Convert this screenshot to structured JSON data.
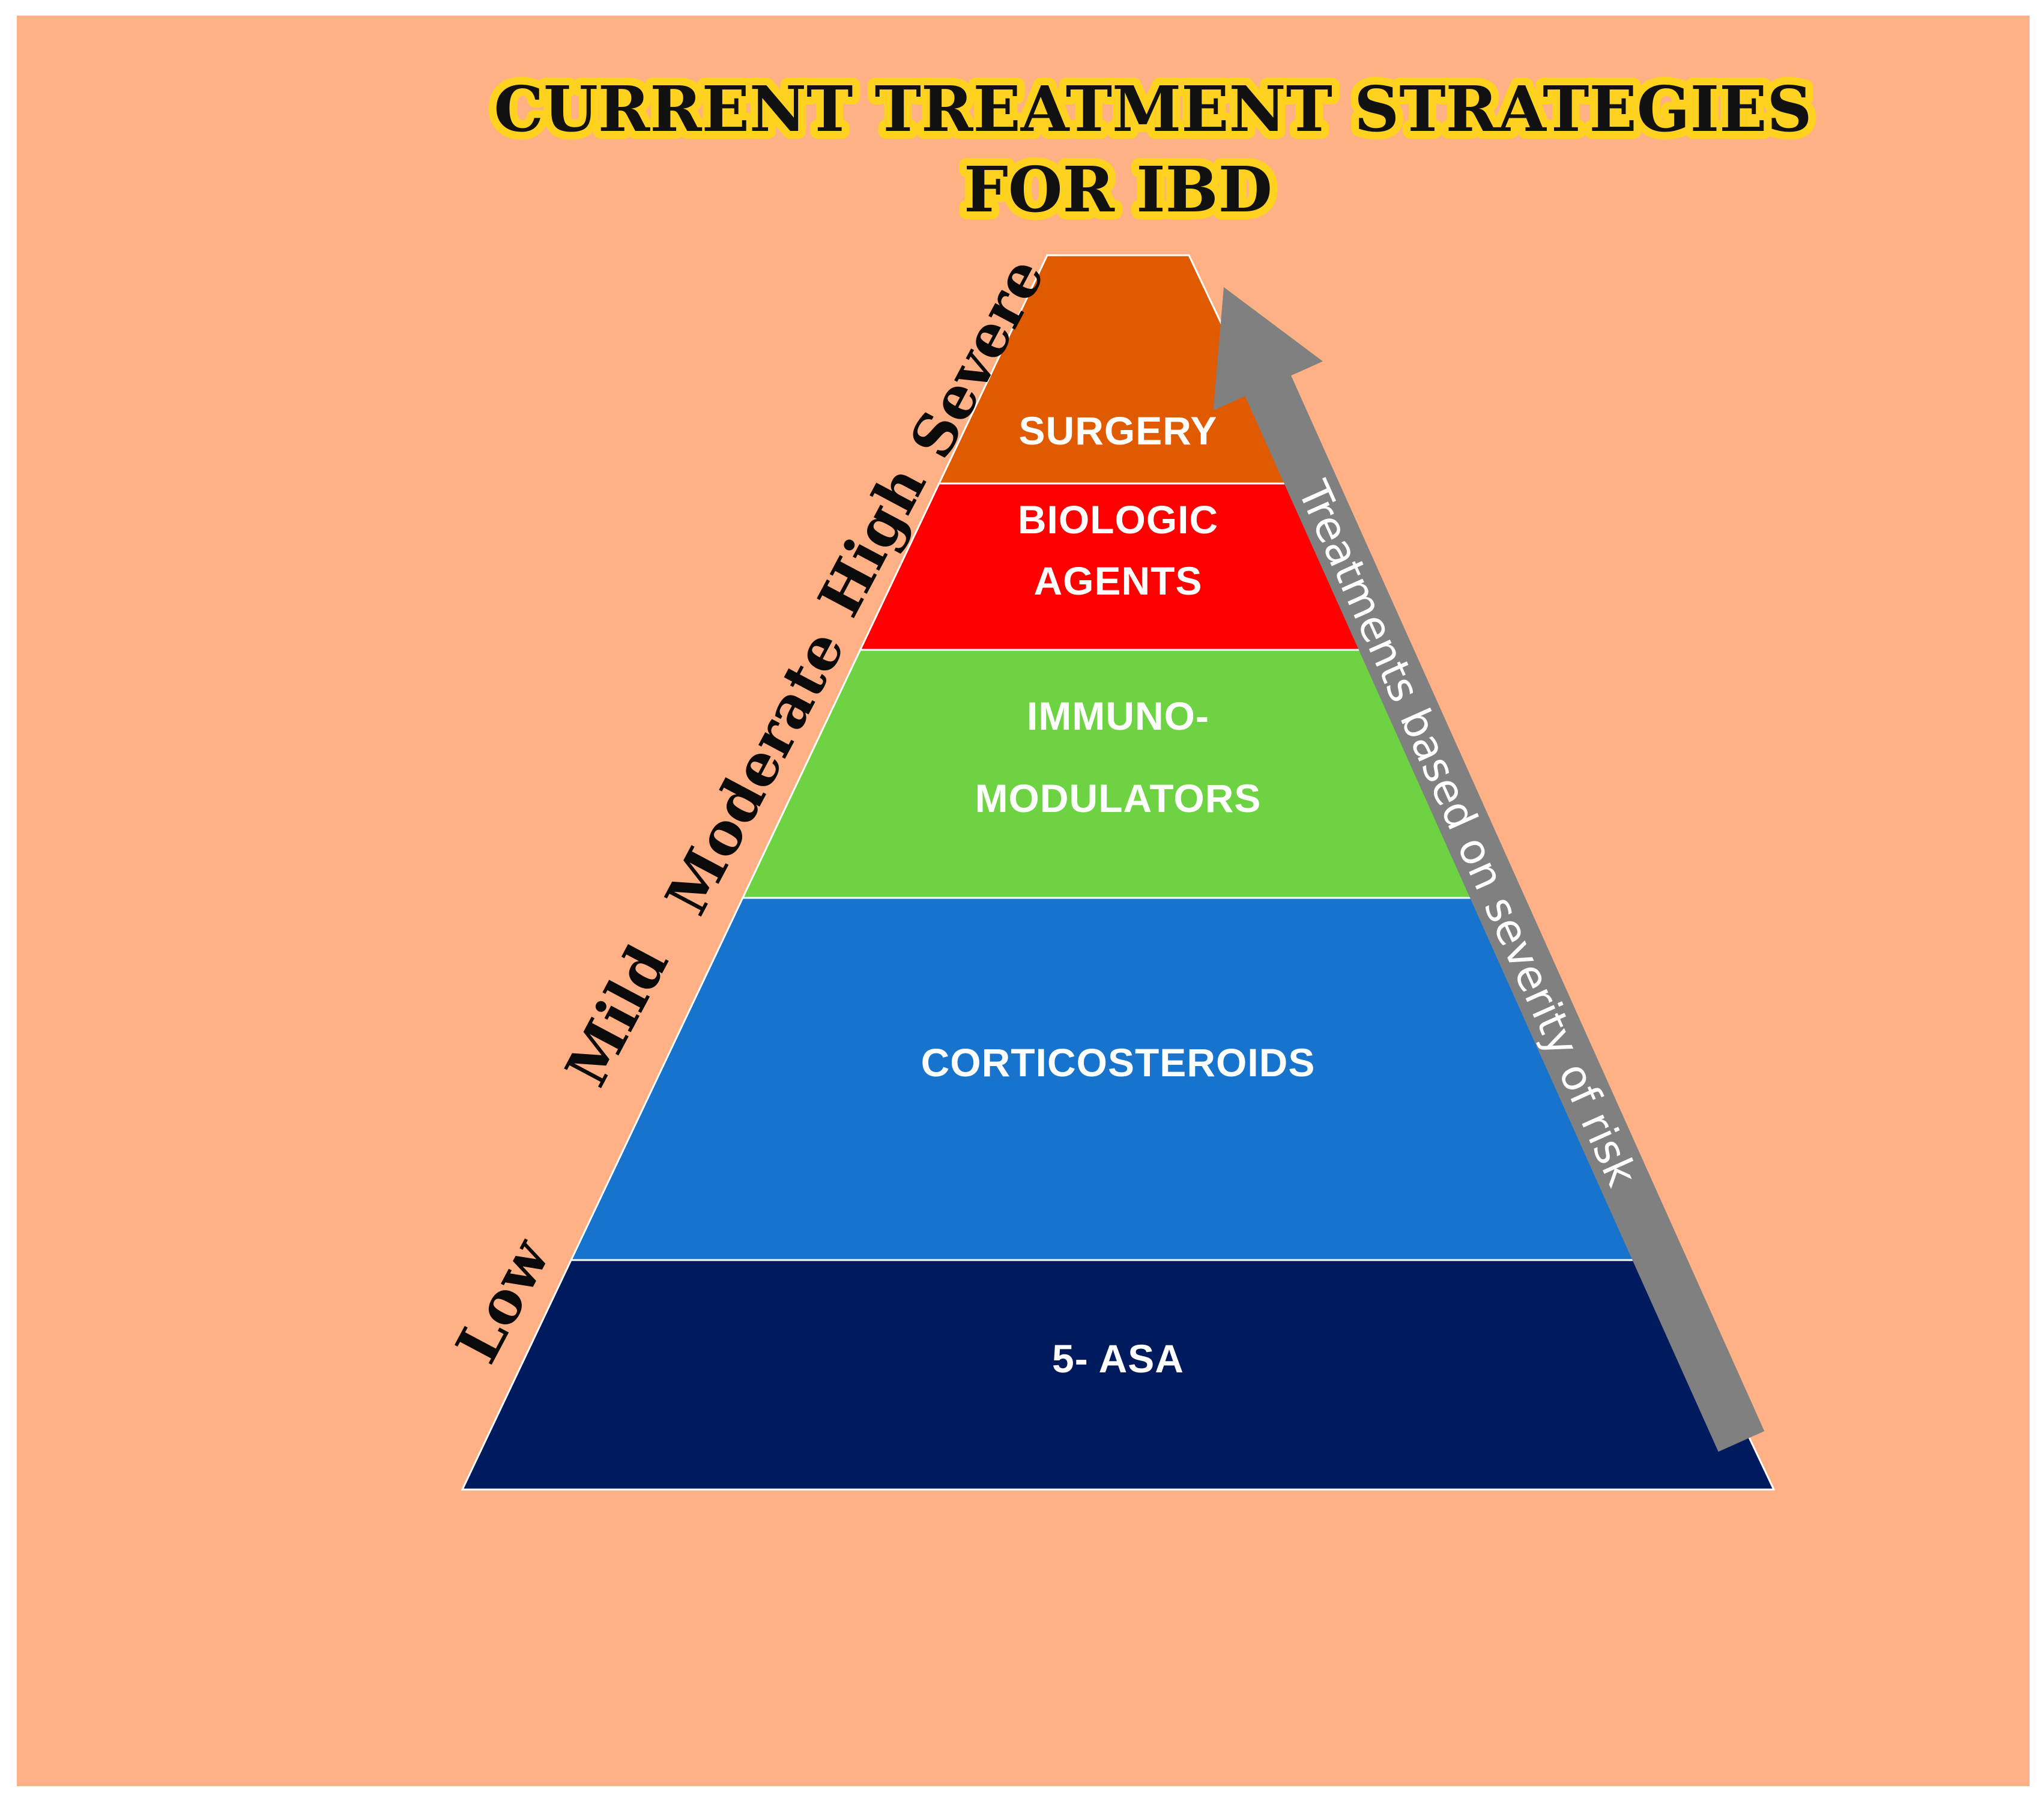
{
  "title": {
    "line1": "CURRENT TREATMENT STRATEGIES",
    "line2": "FOR IBD"
  },
  "pyramid": {
    "tiers": [
      {
        "label_lines": [
          "SURGERY"
        ],
        "color": "#e05b00"
      },
      {
        "label_lines": [
          "BIOLOGIC",
          "AGENTS"
        ],
        "color": "#ff0000"
      },
      {
        "label_lines": [
          "IMMUNO-",
          "MODULATORS"
        ],
        "color": "#6dd342"
      },
      {
        "label_lines": [
          "CORTICOSTEROIDS"
        ],
        "color": "#1773cb"
      },
      {
        "label_lines": [
          "5- ASA"
        ],
        "color": "#001a5e"
      }
    ]
  },
  "severity_labels": [
    "Severe",
    "High",
    "Moderate",
    "Mild",
    "Low"
  ],
  "arrow": {
    "label": "Treatments based on severity of risk",
    "color": "#808080"
  },
  "colors": {
    "background": "#ffb185",
    "title_outline": "#ffd21f"
  }
}
